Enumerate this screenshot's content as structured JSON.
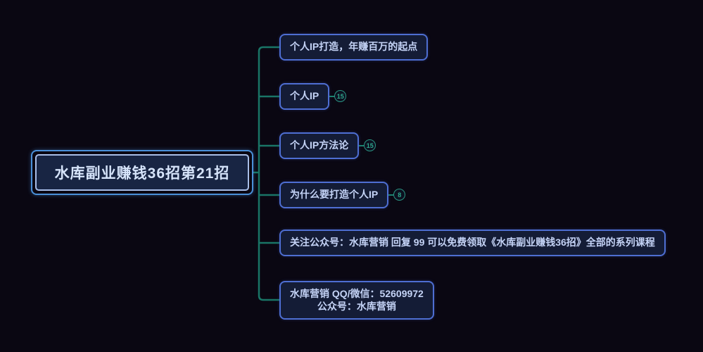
{
  "colors": {
    "background": "#0a0712",
    "connector": "#197566",
    "child_border": "#4e6ed2",
    "child_fill": "#141c36",
    "child_text": "#c4d3f6",
    "root_outer_border": "#4a90d9",
    "root_inner_border": "#a8bee8",
    "root_fill": "#182543",
    "root_text": "#d6e4fa",
    "badge": "#2a9483"
  },
  "root": {
    "label": "水库副业赚钱36招第21招"
  },
  "nodes": [
    {
      "label": "个人IP打造，年赚百万的起点",
      "badge": null
    },
    {
      "label": "个人IP",
      "badge": "15"
    },
    {
      "label": "个人IP方法论",
      "badge": "15"
    },
    {
      "label": "为什么要打造个人IP",
      "badge": "8"
    },
    {
      "label": "关注公众号：水库营销 回复 99 可以免费领取《水库副业赚钱36招》全部的系列课程",
      "badge": null
    },
    {
      "label": "水库营销 QQ/微信：52609972\n公众号：水库营销",
      "badge": null
    }
  ]
}
